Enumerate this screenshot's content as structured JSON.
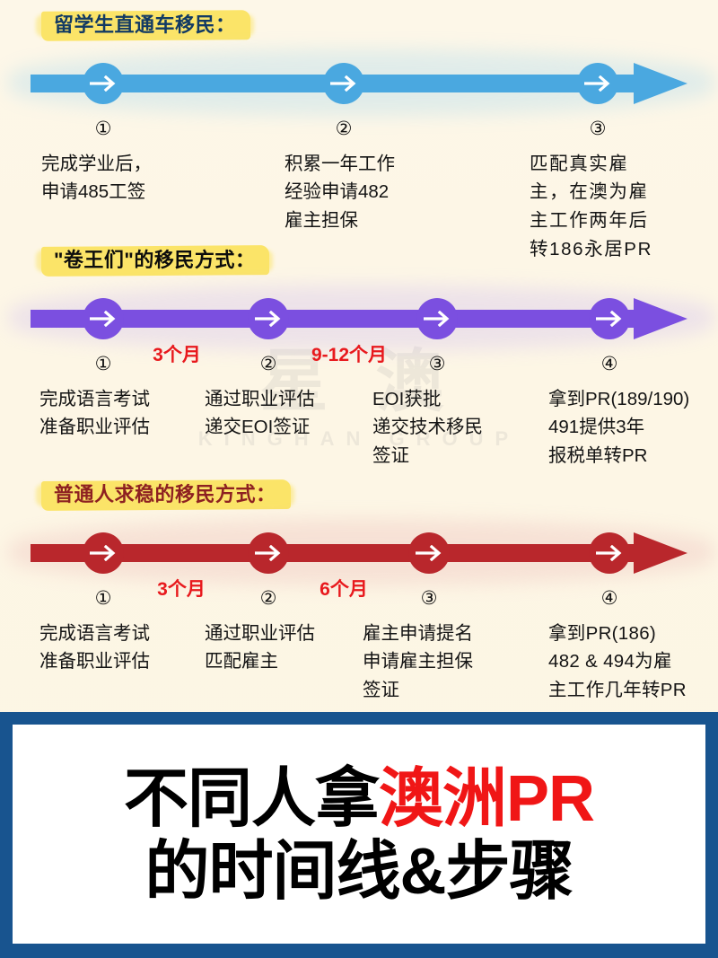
{
  "background_color": "#fdf6e6",
  "watermark": {
    "cn": "星澳",
    "cn_full": "星 澳",
    "en": "KINGHAN GROUP",
    "star": "✦"
  },
  "sections": [
    {
      "id": "student-pathway",
      "heading": "留学生直通车移民：",
      "heading_color": "#123a63",
      "accent": "#4aa8e0",
      "accent_dark": "#3f9ad4",
      "node_count": 3,
      "steps": [
        {
          "marker": "①",
          "lines": "完成学业后，\n申请485工签",
          "justify": false
        },
        {
          "marker": "②",
          "lines": "积累一年工作\n经验申请482\n雇主担保",
          "justify": false
        },
        {
          "marker": "③",
          "lines": "匹配真实雇\n主，在澳为雇\n主工作两年后\n转186永居PR",
          "justify": true
        }
      ],
      "gaps": []
    },
    {
      "id": "hustler-pathway",
      "heading": "\"卷王们\"的移民方式：",
      "heading_color": "#0d0d0d",
      "accent": "#7b4fe0",
      "accent_dark": "#6f41da",
      "node_count": 4,
      "steps": [
        {
          "marker": "①",
          "lines": "完成语言考试\n准备职业评估",
          "justify": false
        },
        {
          "marker": "②",
          "lines": "通过职业评估\n递交EOI签证",
          "justify": false
        },
        {
          "marker": "③",
          "lines": "EOI获批\n递交技术移民\n签证",
          "justify": false
        },
        {
          "marker": "④",
          "lines": "拿到PR(189/190)\n491提供3年\n报税单转PR",
          "justify": false
        }
      ],
      "gaps": [
        {
          "label": "3个月",
          "after": 1
        },
        {
          "label": "9-12个月",
          "after": 2
        }
      ]
    },
    {
      "id": "stable-pathway",
      "heading": "普通人求稳的移民方式：",
      "heading_color": "#8d2021",
      "accent": "#b9272c",
      "accent_dark": "#a81f25",
      "node_count": 4,
      "steps": [
        {
          "marker": "①",
          "lines": "完成语言考试\n准备职业评估",
          "justify": false
        },
        {
          "marker": "②",
          "lines": "通过职业评估\n匹配雇主",
          "justify": false
        },
        {
          "marker": "③",
          "lines": "雇主申请提名\n申请雇主担保\n签证",
          "justify": false
        },
        {
          "marker": "④",
          "lines": "拿到PR(186)\n482 & 494为雇\n主工作几年转PR",
          "justify": false
        }
      ],
      "gaps": [
        {
          "label": "3个月",
          "after": 1
        },
        {
          "label": "6个月",
          "after": 2
        }
      ]
    }
  ],
  "banner": {
    "border_color": "#18548f",
    "highlight_color": "#f01616",
    "line1_a": "不同人拿",
    "line1_b": "澳洲PR",
    "line2": "的时间线&步骤"
  }
}
